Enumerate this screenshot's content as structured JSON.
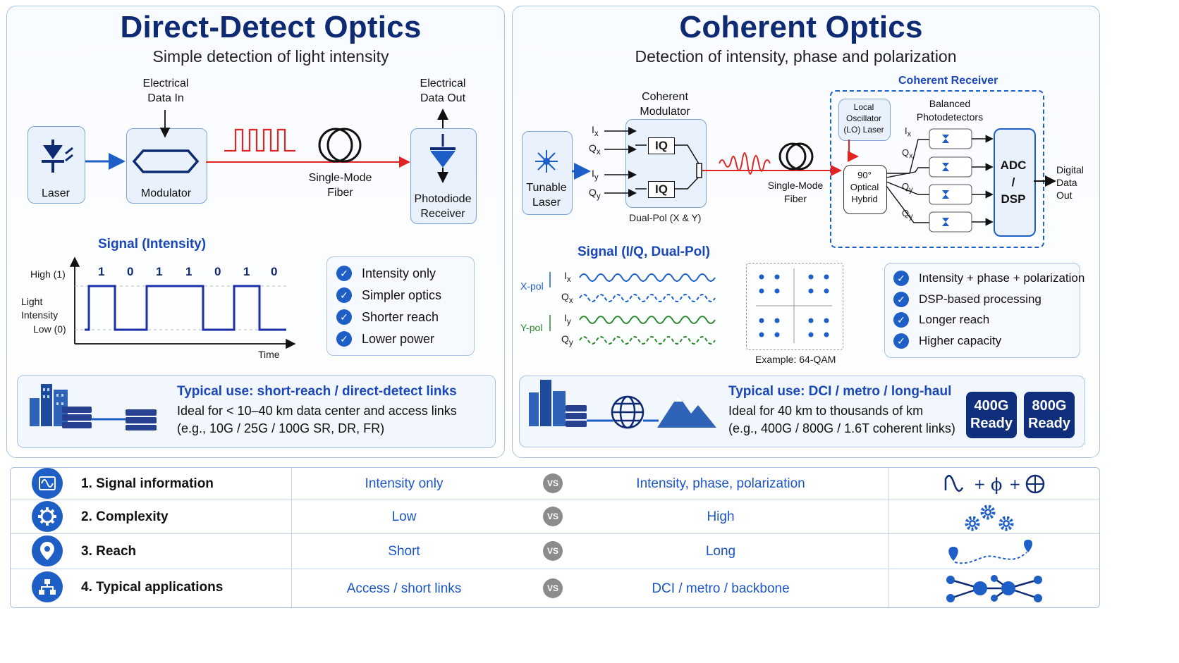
{
  "left": {
    "title": "Direct-Detect Optics",
    "subtitle": "Simple detection of light intensity",
    "laser": "Laser",
    "modulator": "Modulator",
    "data_in": [
      "Electrical",
      "Data In"
    ],
    "fiber": [
      "Single-Mode",
      "Fiber"
    ],
    "data_out": [
      "Electrical",
      "Data Out"
    ],
    "receiver": [
      "Photodiode",
      "Receiver"
    ],
    "signal_title": "Signal (Intensity)",
    "high": "High (1)",
    "light_intensity": [
      "Light",
      "Intensity"
    ],
    "low": "Low (0)",
    "time": "Time",
    "bits": [
      "1",
      "0",
      "1",
      "1",
      "0",
      "1",
      "0"
    ],
    "checks": [
      "Intensity only",
      "Simpler optics",
      "Shorter reach",
      "Lower power"
    ],
    "use_title": "Typical use: short-reach  /  direct-detect links",
    "use_line1": "Ideal for < 10–40 km data center and access links",
    "use_line2": "(e.g., 10G / 25G / 100G SR, DR, FR)"
  },
  "right": {
    "title": "Coherent Optics",
    "subtitle": "Detection of intensity, phase and polarization",
    "coherent_modulator": [
      "Coherent",
      "Modulator"
    ],
    "tunable_laser": [
      "Tunable",
      "Laser"
    ],
    "iq": "IQ",
    "dual_pol": "Dual-Pol (X & Y)",
    "fiber": [
      "Single-Mode",
      "Fiber"
    ],
    "receiver_title": "Coherent Receiver",
    "lo": [
      "Local",
      "Oscillator",
      "(LO) Laser"
    ],
    "balanced": [
      "Balanced",
      "Photodetectors"
    ],
    "hybrid": [
      "90°",
      "Optical",
      "Hybrid"
    ],
    "adc": [
      "ADC",
      "/",
      "DSP"
    ],
    "digital_out": [
      "Digital",
      "Data",
      "Out"
    ],
    "signal_title": "Signal (I/Q, Dual-Pol)",
    "xpol": "X-pol",
    "ypol": "Y-pol",
    "qam_label": "Example: 64-QAM",
    "checks": [
      "Intensity + phase + polarization",
      "DSP-based processing",
      "Longer reach",
      "Higher capacity"
    ],
    "use_title": "Typical use: DCI / metro / long-haul",
    "use_line1": "Ideal for 40 km to thousands of km",
    "use_line2": "(e.g., 400G / 800G / 1.6T coherent links)",
    "ready": [
      [
        "400G",
        "Ready"
      ],
      [
        "800G",
        "Ready"
      ]
    ]
  },
  "comparison": {
    "vs": "VS",
    "rows": [
      {
        "label": "1. Signal information",
        "left": "Intensity only",
        "right": "Intensity, phase, polarization"
      },
      {
        "label": "2. Complexity",
        "left": "Low",
        "right": "High"
      },
      {
        "label": "3. Reach",
        "left": "Short",
        "right": "Long"
      },
      {
        "label": "4. Typical applications",
        "left": "Access / short links",
        "right": "DCI / metro / backbone"
      }
    ]
  },
  "colors": {
    "navy": "#0e2a72",
    "blue": "#1d5ec7",
    "accent_red": "#e02424",
    "green": "#2a8a2a"
  }
}
